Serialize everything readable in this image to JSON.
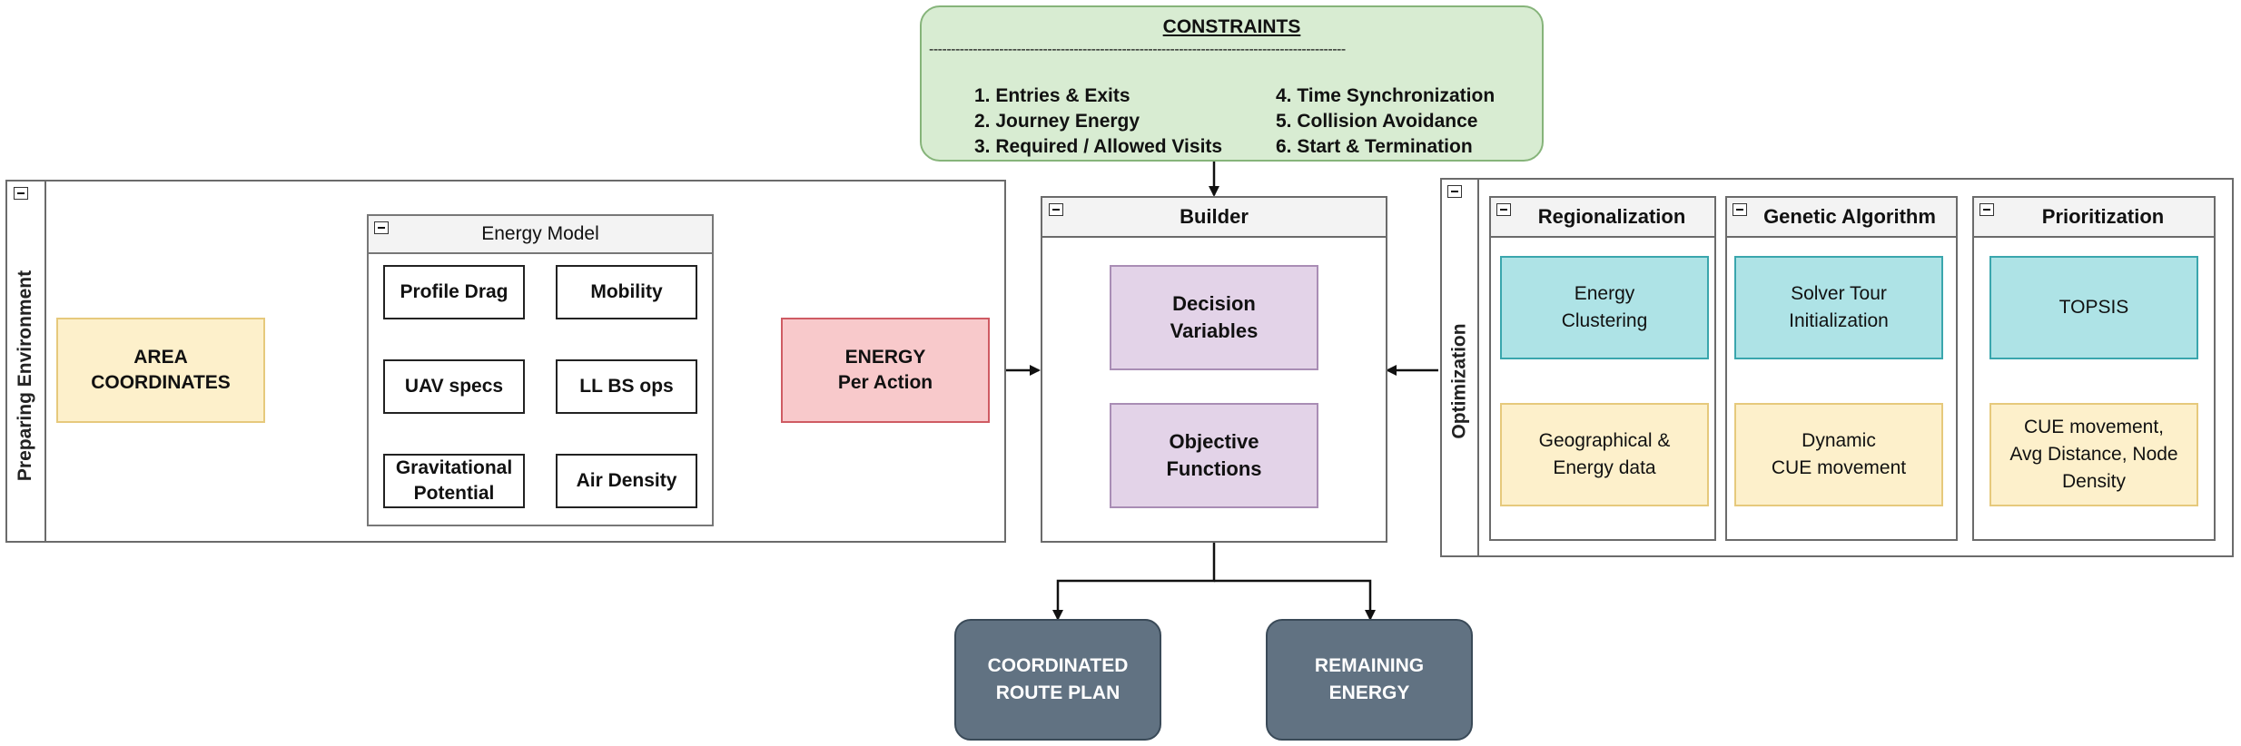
{
  "constraints": {
    "title": "CONSTRAINTS",
    "divider": "-----------------------------------------------------------------------------------------------",
    "left_items": [
      "1. Entries & Exits",
      "2. Journey Energy",
      "3. Required / Allowed Visits"
    ],
    "right_items": [
      "4. Time Synchronization",
      "5. Collision Avoidance",
      "6. Start & Termination"
    ]
  },
  "preparing": {
    "label": "Preparing Environment",
    "area": "AREA\nCOORDINATES",
    "energy_model": {
      "title": "Energy Model",
      "items": [
        "Profile Drag",
        "Mobility",
        "UAV specs",
        "LL BS ops",
        "Gravitational\nPotential",
        "Air Density"
      ]
    },
    "energy_per_action": "ENERGY\nPer Action"
  },
  "builder": {
    "title": "Builder",
    "decision": "Decision\nVariables",
    "objective": "Objective\nFunctions"
  },
  "optimization": {
    "label": "Optimization",
    "columns": [
      {
        "title": "Regionalization",
        "top": "Energy\nClustering",
        "bottom": "Geographical &\nEnergy data"
      },
      {
        "title": "Genetic Algorithm",
        "top": "Solver Tour\nInitialization",
        "bottom": "Dynamic\nCUE movement"
      },
      {
        "title": "Prioritization",
        "top": "TOPSIS",
        "bottom": "CUE movement,\nAvg Distance, Node\nDensity"
      }
    ]
  },
  "outputs": {
    "route": "COORDINATED\nROUTE PLAN",
    "energy": "REMAINING\nENERGY"
  },
  "colors": {
    "constraints_bg": "#d8ecd2",
    "yellow": "#fdf0cb",
    "red": "#f8c9cb",
    "purple": "#e3d3e8",
    "cyan": "#aee3e6",
    "dark": "#617282"
  }
}
